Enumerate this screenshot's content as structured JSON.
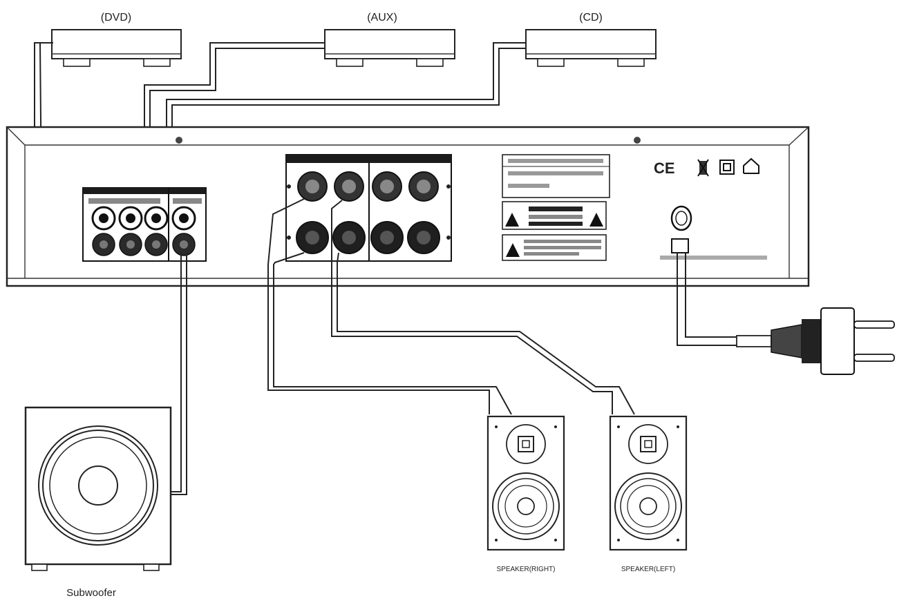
{
  "sources": [
    {
      "id": "dvd",
      "label": "(DVD)"
    },
    {
      "id": "aux",
      "label": "(AUX)"
    },
    {
      "id": "cd",
      "label": "(CD)"
    }
  ],
  "outputs": {
    "subwoofer_label": "Subwoofer",
    "speaker_right_label": "SPEAKER(RIGHT)",
    "speaker_left_label": "SPEAKER(LEFT)"
  },
  "amplifier": {
    "certification_marks": "CE"
  }
}
